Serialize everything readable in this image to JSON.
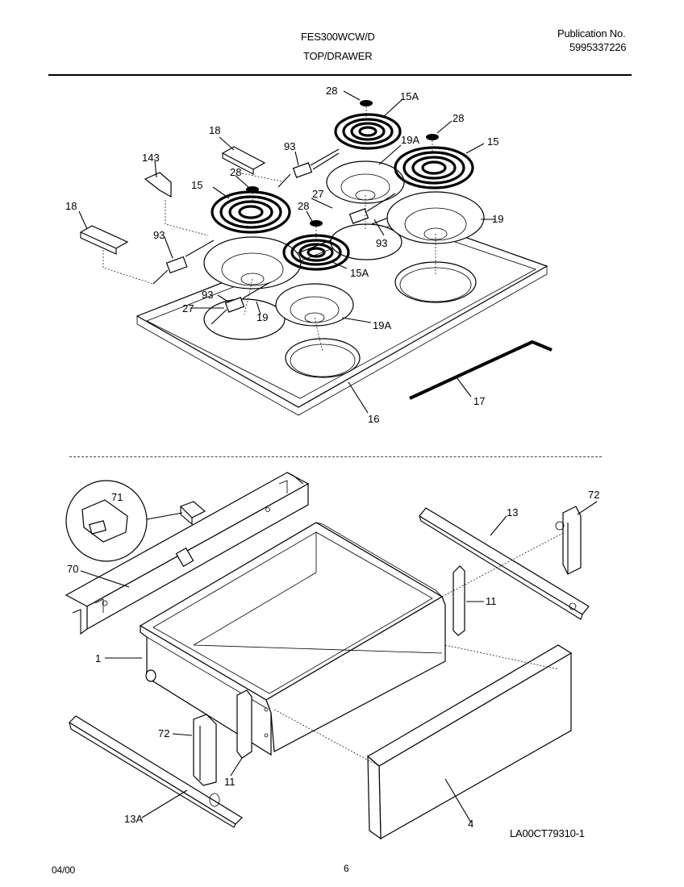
{
  "header": {
    "model": "FES300WCW/D",
    "section": "TOP/DRAWER",
    "pub_label": "Publication No.",
    "pub_number": "5995337226"
  },
  "footer": {
    "date": "04/00",
    "page": "6",
    "drawing_id": "LA00CT79310-1"
  },
  "callouts": {
    "top": [
      "28",
      "15A",
      "28",
      "15",
      "19A",
      "18",
      "93",
      "143",
      "28",
      "15",
      "27",
      "18",
      "28",
      "93",
      "19",
      "93",
      "15A",
      "93",
      "27",
      "19",
      "19A",
      "17",
      "16"
    ],
    "bottom": [
      "71",
      "70",
      "13",
      "72",
      "11",
      "1",
      "72",
      "11",
      "13A",
      "4"
    ]
  }
}
